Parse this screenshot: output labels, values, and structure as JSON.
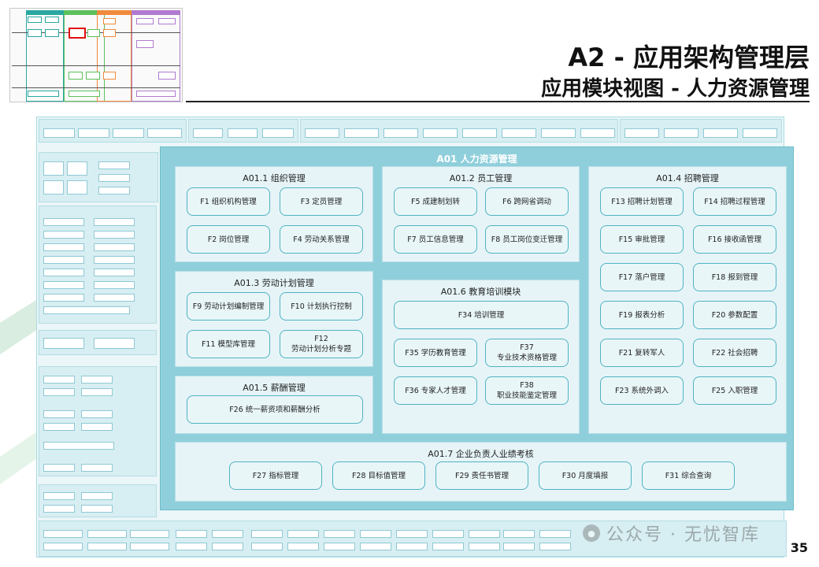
{
  "header": {
    "title": "A2 - 应用架构管理层",
    "subtitle": "应用模块视图 - 人力资源管理"
  },
  "main": {
    "title": "A01 人力资源管理",
    "sections": [
      {
        "id": "s1",
        "title": "A01.1 组织管理",
        "items": [
          "F1 组织机构管理",
          "F3 定员管理",
          "F2 岗位管理",
          "F4 劳动关系管理"
        ]
      },
      {
        "id": "s2",
        "title": "A01.2 员工管理",
        "items": [
          "F5 成建制划转",
          "F6 跨网省调动",
          "F7 员工信息管理",
          "F8 员工岗位变迁管理"
        ]
      },
      {
        "id": "s3",
        "title": "A01.3 劳动计划管理",
        "items": [
          "F9 劳动计划编制管理",
          "F10 计划执行控制",
          "F11 模型库管理",
          "F12\n劳动计划分析专题"
        ]
      },
      {
        "id": "s4",
        "title": "A01.4 招聘管理",
        "items": [
          "F13 招聘计划管理",
          "F14 招聘过程管理",
          "F15 审批管理",
          "F16 接收函管理",
          "F17 落户管理",
          "F18 报到管理",
          "F19 报表分析",
          "F20 参数配置",
          "F21 复转军人",
          "F22 社会招聘",
          "F23 系统外调入",
          "F25 入职管理"
        ]
      },
      {
        "id": "s5",
        "title": "A01.5 薪酬管理",
        "items": [
          "F26 统一薪资项和薪酬分析"
        ]
      },
      {
        "id": "s6",
        "title": "A01.6 教育培训模块",
        "items": [
          "F34 培训管理",
          "F35 学历教育管理",
          "F37\n专业技术资格管理",
          "F36 专家人才管理",
          "F38\n职业技能鉴定管理"
        ]
      },
      {
        "id": "s7",
        "title": "A01.7 企业负责人业绩考核",
        "items": [
          "F27 指标管理",
          "F28 目标值管理",
          "F29 责任书管理",
          "F30 月度填报",
          "F31 综合查询"
        ]
      }
    ]
  },
  "watermark": {
    "text": "公众号 · 无忧智库",
    "icon": "wechat-icon"
  },
  "page_number": "35",
  "colors": {
    "accent": "#8fcfdb",
    "box_border": "#4fb3c4",
    "section_bg": "#e6f4f7"
  }
}
